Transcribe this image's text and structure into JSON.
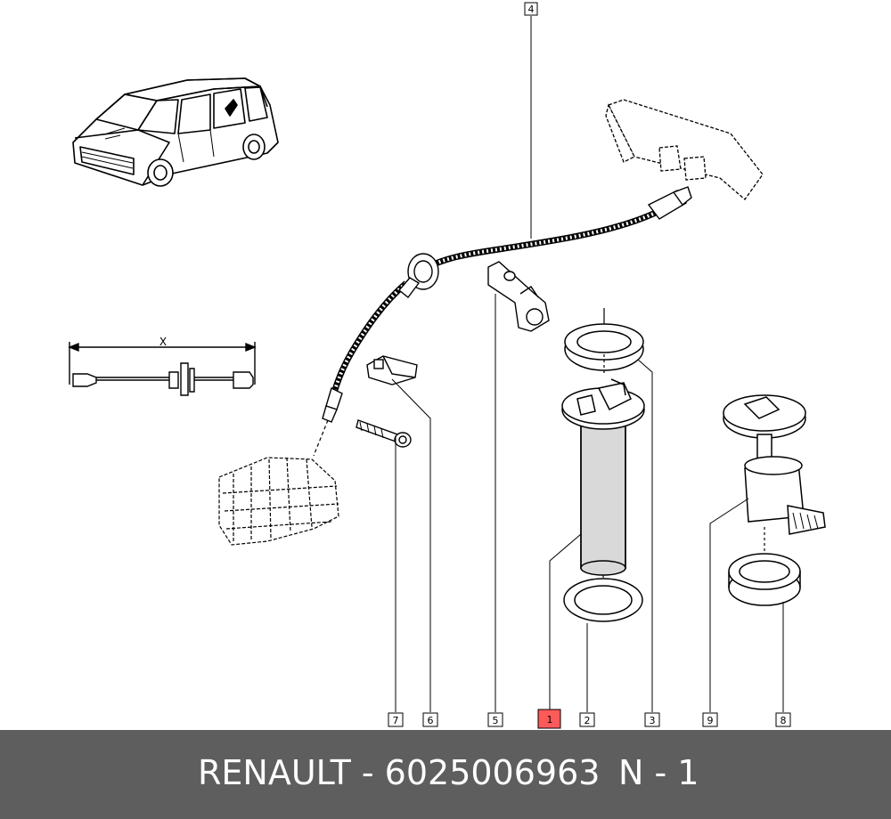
{
  "diagram": {
    "callouts": [
      {
        "id": "callout-4",
        "label": "4",
        "highlighted": false
      },
      {
        "id": "callout-7",
        "label": "7",
        "highlighted": false
      },
      {
        "id": "callout-6",
        "label": "6",
        "highlighted": false
      },
      {
        "id": "callout-5",
        "label": "5",
        "highlighted": false
      },
      {
        "id": "callout-1",
        "label": "1",
        "highlighted": true
      },
      {
        "id": "callout-2",
        "label": "2",
        "highlighted": false
      },
      {
        "id": "callout-3",
        "label": "3",
        "highlighted": false
      },
      {
        "id": "callout-9",
        "label": "9",
        "highlighted": false
      },
      {
        "id": "callout-8",
        "label": "8",
        "highlighted": false
      }
    ],
    "dimension_label": "X",
    "highlight_color": "#ff5a5a"
  },
  "footer": {
    "part_text": "RENAULT - 6025006963",
    "position_text": "N - 1",
    "background_color": "#5e5e5e"
  }
}
